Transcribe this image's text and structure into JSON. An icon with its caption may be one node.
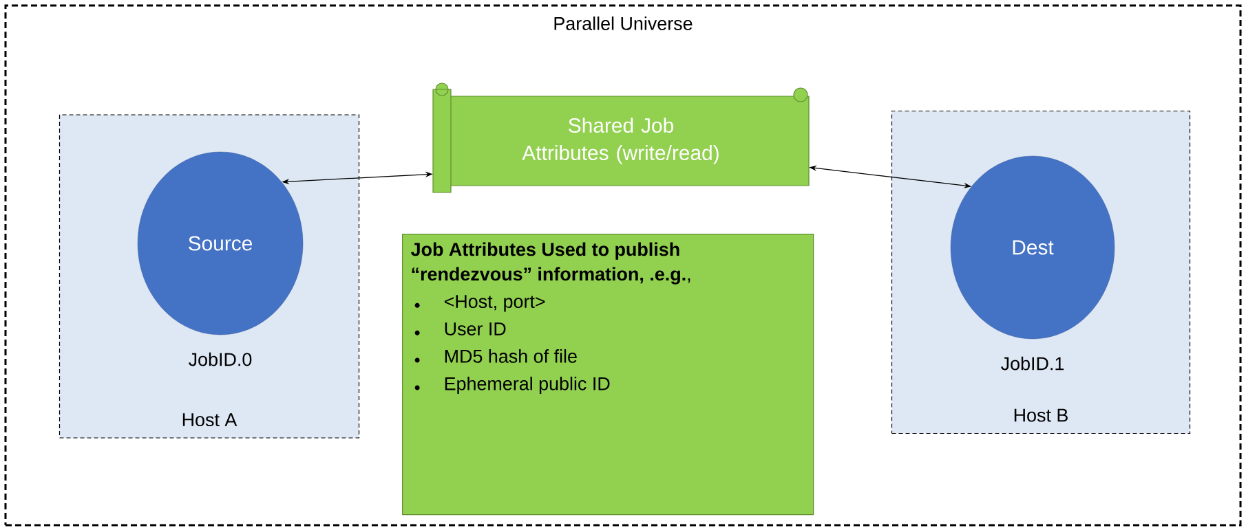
{
  "diagram": {
    "nodes": [
      {
        "text": [
          "Parallel Universe"
        ]
      },
      {
        "text": [
          "Host A"
        ],
        "in": 0
      },
      {
        "text": [
          "Source"
        ],
        "in": 1,
        "beside": [
          "JobID.0"
        ]
      },
      {
        "text": [
          "Shared Job Attributes (write/read)"
        ],
        "in": 0
      },
      {
        "text": [
          "**Job Attributes Used to publish “rendezvous” information, .e.g.**,",
          "<Host, port>",
          "User ID",
          "MD5 hash of file",
          "Ephemeral public ID"
        ],
        "in": 0
      },
      {
        "text": [
          "Host B"
        ],
        "in": 0
      },
      {
        "text": [
          "Dest"
        ],
        "in": 5,
        "beside": [
          "JobID.1"
        ]
      }
    ],
    "edges": [
      {
        "from": 3,
        "to": 2,
        "arrow": "both"
      },
      {
        "from": 3,
        "to": 6,
        "arrow": "both"
      }
    ]
  }
}
